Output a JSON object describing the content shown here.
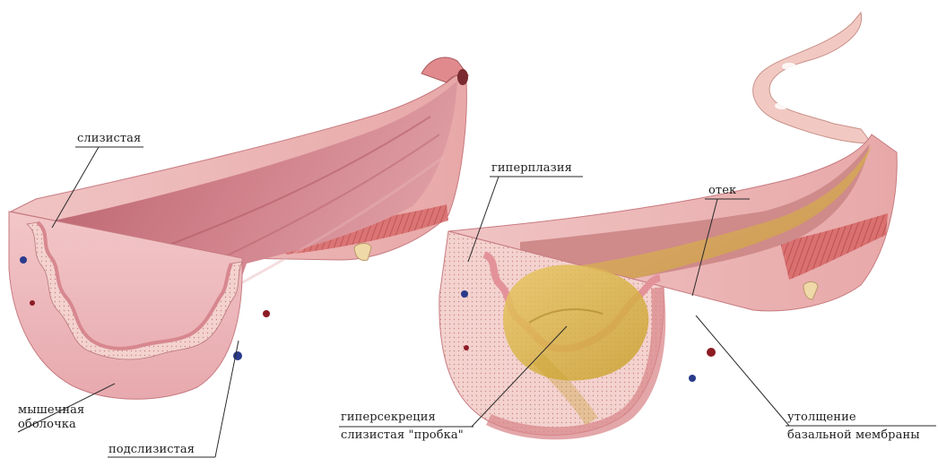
{
  "diagram": {
    "labels": {
      "mucosa": "слизистая",
      "muscular_line1": "мышечная",
      "muscular_line2": "оболочка",
      "submucosa": "подслизистая",
      "hyperplasia": "гиперплазия",
      "edema": "отек",
      "hypersecretion_line1": "гиперсекреция",
      "hypersecretion_line2": "слизистая \"пробка\"",
      "thickening_line1": "утолщение",
      "thickening_line2": "базальной мембраны"
    },
    "colors": {
      "tissue_pink": "#e7a3ab",
      "lumen_mauve": "#c9737f",
      "muscle_red": "#cf5c5c",
      "mucus_yellow": "#d9b33d",
      "leader_line": "#2a2a2a"
    }
  }
}
